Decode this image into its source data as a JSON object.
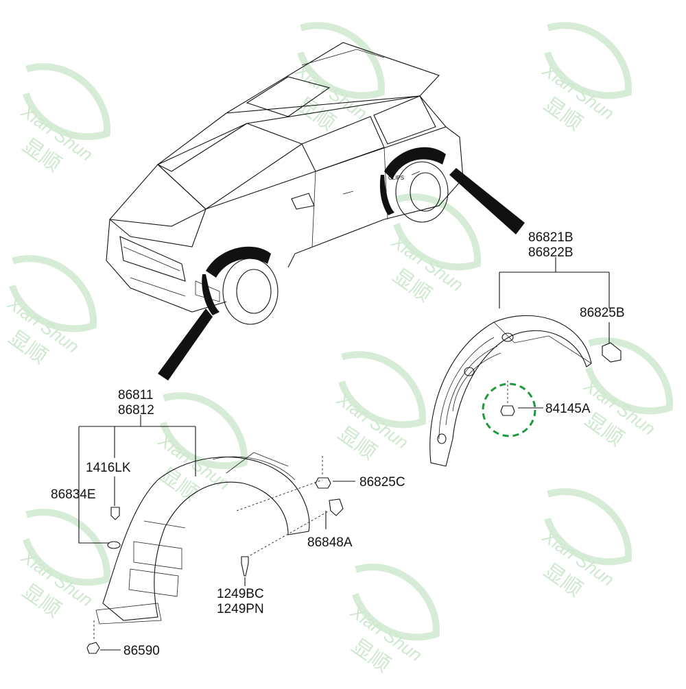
{
  "watermark": {
    "text_latin": "Xian Shun",
    "text_cn": "显顺",
    "registered": "®",
    "color": "#cfe8cf"
  },
  "colors": {
    "highlight_circle": "#1a9a3a",
    "ink": "#111111"
  },
  "vehicle": {
    "sticker_text": "CLIPS"
  },
  "labels": {
    "rear_guard_group_1": "86821B",
    "rear_guard_group_2": "86822B",
    "rear_bracket": "86825B",
    "rear_nut": "84145A",
    "front_guard_group_1": "86811",
    "front_guard_group_2": "86812",
    "clip_1416lk": "1416LK",
    "grommet_86834e": "86834E",
    "nut_86825c": "86825C",
    "clip_86848a": "86848A",
    "screw_1": "1249BC",
    "screw_2": "1249PN",
    "fastener_86590": "86590"
  }
}
